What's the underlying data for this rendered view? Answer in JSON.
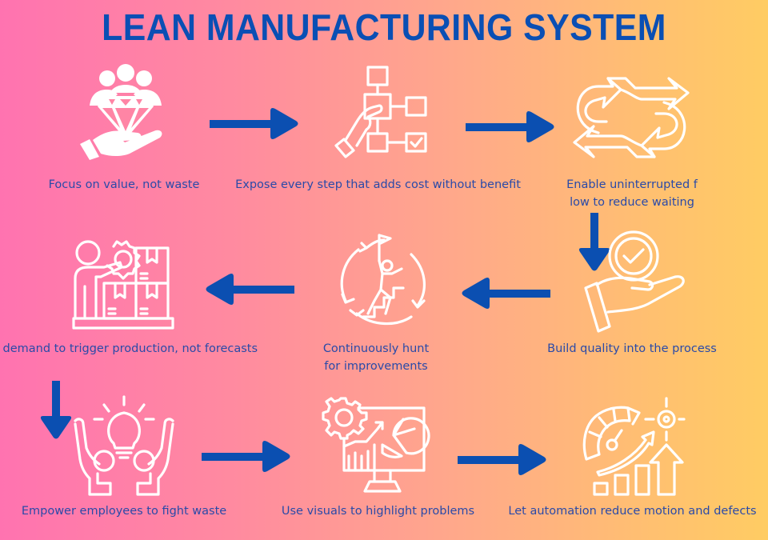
{
  "title": "LEAN MANUFACTURING SYSTEM",
  "colors": {
    "title": "#0a4fb4",
    "arrow": "#0b4fb1",
    "label_text": "#2a4aa8",
    "icon_stroke": "#ffffff",
    "gradient_left": "#ff73b0",
    "gradient_right": "#ffcc63"
  },
  "steps": [
    {
      "order": 1,
      "icon": "value-diamond-hand-icon",
      "label": "Focus on value, not waste"
    },
    {
      "order": 2,
      "icon": "process-map-hand-icon",
      "label": "Expose every step that adds cost without benefit"
    },
    {
      "order": 3,
      "icon": "continuous-flow-arrows-icon",
      "label_lines": [
        "Enable uninterrupted f",
        "low to reduce waiting"
      ]
    },
    {
      "order": 4,
      "icon": "quality-check-hand-icon",
      "label": "Build quality into the process"
    },
    {
      "order": 5,
      "icon": "improvement-climber-icon",
      "label_lines": [
        "Continuously hunt",
        "for improvements"
      ]
    },
    {
      "order": 6,
      "icon": "pull-production-boxes-icon",
      "label": "e demand to trigger production, not forecasts"
    },
    {
      "order": 7,
      "icon": "empowered-employees-idea-icon",
      "label": "Empower employees to fight waste"
    },
    {
      "order": 8,
      "icon": "visual-dashboard-monitor-icon",
      "label": "Use visuals to highlight problems"
    },
    {
      "order": 9,
      "icon": "automation-speed-growth-icon",
      "label": "Let automation reduce motion and defects"
    }
  ],
  "connectors": [
    {
      "from": 1,
      "to": 2,
      "direction": "right"
    },
    {
      "from": 2,
      "to": 3,
      "direction": "right"
    },
    {
      "from": 3,
      "to": 4,
      "direction": "down"
    },
    {
      "from": 4,
      "to": 5,
      "direction": "left"
    },
    {
      "from": 5,
      "to": 6,
      "direction": "left"
    },
    {
      "from": 6,
      "to": 7,
      "direction": "down"
    },
    {
      "from": 7,
      "to": 8,
      "direction": "right"
    },
    {
      "from": 8,
      "to": 9,
      "direction": "right"
    }
  ]
}
